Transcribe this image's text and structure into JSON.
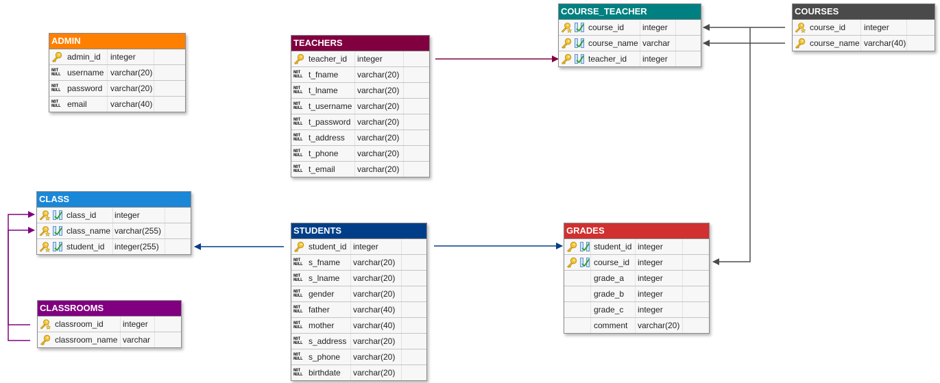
{
  "diagram": {
    "colors": {
      "admin": "#ff8000",
      "teachers": "#800040",
      "course_teacher": "#008080",
      "courses": "#4a4a4a",
      "class": "#1a87d8",
      "classrooms": "#800080",
      "students": "#003f87",
      "grades": "#d03030"
    },
    "tables": {
      "admin": {
        "title": "ADMIN",
        "columns": [
          {
            "name": "admin_id",
            "type": "integer",
            "icon": "primary-key-icon"
          },
          {
            "name": "username",
            "type": "varchar(20)",
            "icon": "not-null-icon",
            "nn1": "NOT",
            "nn2": "NULL"
          },
          {
            "name": "password",
            "type": "varchar(20)",
            "icon": "not-null-icon",
            "nn1": "NOT",
            "nn2": "NULL"
          },
          {
            "name": "email",
            "type": "varchar(40)",
            "icon": "not-null-icon",
            "nn1": "NOT",
            "nn2": "NULL"
          }
        ]
      },
      "teachers": {
        "title": "TEACHERS",
        "columns": [
          {
            "name": "teacher_id",
            "type": "integer",
            "icon": "primary-key-icon"
          },
          {
            "name": "t_fname",
            "type": "varchar(20)",
            "icon": "not-null-icon",
            "nn1": "NOT",
            "nn2": "NULL"
          },
          {
            "name": "t_lname",
            "type": "varchar(20)",
            "icon": "not-null-icon",
            "nn1": "NOT",
            "nn2": "NULL"
          },
          {
            "name": "t_username",
            "type": "varchar(20)",
            "icon": "not-null-icon",
            "nn1": "NOT",
            "nn2": "NULL"
          },
          {
            "name": "t_password",
            "type": "varchar(20)",
            "icon": "not-null-icon",
            "nn1": "NOT",
            "nn2": "NULL"
          },
          {
            "name": "t_address",
            "type": "varchar(20)",
            "icon": "not-null-icon",
            "nn1": "NOT",
            "nn2": "NULL"
          },
          {
            "name": "t_phone",
            "type": "varchar(20)",
            "icon": "not-null-icon",
            "nn1": "NOT",
            "nn2": "NULL"
          },
          {
            "name": "t_email",
            "type": "varchar(20)",
            "icon": "not-null-icon",
            "nn1": "NOT",
            "nn2": "NULL"
          }
        ]
      },
      "course_teacher": {
        "title": "COURSE_TEACHER",
        "columns": [
          {
            "name": "course_id",
            "type": "integer",
            "icon": "unique-key-icon"
          },
          {
            "name": "course_name",
            "type": "varchar",
            "icon": "primary-key-icon"
          },
          {
            "name": "teacher_id",
            "type": "integer",
            "icon": "primary-key-icon"
          }
        ]
      },
      "courses": {
        "title": "COURSES",
        "columns": [
          {
            "name": "course_id",
            "type": "integer",
            "icon": "unique-key-icon"
          },
          {
            "name": "course_name",
            "type": "varchar(40)",
            "icon": "primary-key-icon"
          }
        ]
      },
      "class": {
        "title": "CLASS",
        "columns": [
          {
            "name": "class_id",
            "type": "integer",
            "icon": "unique-key-icon"
          },
          {
            "name": "class_name",
            "type": "varchar(255)",
            "icon": "unique-key-icon"
          },
          {
            "name": "student_id",
            "type": "integer(255)",
            "icon": "unique-key-icon"
          }
        ]
      },
      "classrooms": {
        "title": "CLASSROOMS",
        "columns": [
          {
            "name": "classroom_id",
            "type": "integer",
            "icon": "unique-key-icon"
          },
          {
            "name": "classroom_name",
            "type": "varchar",
            "icon": "primary-key-icon"
          }
        ]
      },
      "students": {
        "title": "STUDENTS",
        "columns": [
          {
            "name": "student_id",
            "type": "integer",
            "icon": "primary-key-icon"
          },
          {
            "name": "s_fname",
            "type": "varchar(20)",
            "icon": "not-null-icon",
            "nn1": "NOT",
            "nn2": "NULL"
          },
          {
            "name": "s_lname",
            "type": "varchar(20)",
            "icon": "not-null-icon",
            "nn1": "NOT",
            "nn2": "NULL"
          },
          {
            "name": "gender",
            "type": "varchar(20)",
            "icon": "not-null-icon",
            "nn1": "NOT",
            "nn2": "NULL"
          },
          {
            "name": "father",
            "type": "varchar(40)",
            "icon": "not-null-icon",
            "nn1": "NOT",
            "nn2": "NULL"
          },
          {
            "name": "mother",
            "type": "varchar(40)",
            "icon": "not-null-icon",
            "nn1": "NOT",
            "nn2": "NULL"
          },
          {
            "name": "s_address",
            "type": "varchar(20)",
            "icon": "not-null-icon",
            "nn1": "NOT",
            "nn2": "NULL"
          },
          {
            "name": "s_phone",
            "type": "varchar(20)",
            "icon": "not-null-icon",
            "nn1": "NOT",
            "nn2": "NULL"
          },
          {
            "name": "birthdate",
            "type": "varchar(20)",
            "icon": "not-null-icon",
            "nn1": "NOT",
            "nn2": "NULL"
          }
        ]
      },
      "grades": {
        "title": "GRADES",
        "columns": [
          {
            "name": "student_id",
            "type": "integer",
            "icon": "primary-key-icon"
          },
          {
            "name": "course_id",
            "type": "integer",
            "icon": "primary-key-icon"
          },
          {
            "name": "grade_a",
            "type": "integer",
            "icon": "none"
          },
          {
            "name": "grade_b",
            "type": "integer",
            "icon": "none"
          },
          {
            "name": "grade_c",
            "type": "integer",
            "icon": "none"
          },
          {
            "name": "comment",
            "type": "varchar(20)",
            "icon": "none"
          }
        ]
      }
    },
    "relationships": [
      {
        "from": "teachers.teacher_id",
        "to": "course_teacher.teacher_id",
        "color": "#800040"
      },
      {
        "from": "courses.course_id",
        "to": "course_teacher.course_id",
        "color": "#4a4a4a"
      },
      {
        "from": "courses.course_name",
        "to": "course_teacher.course_name",
        "color": "#4a4a4a"
      },
      {
        "from": "courses.course_id",
        "to": "grades.course_id",
        "color": "#4a4a4a"
      },
      {
        "from": "students.student_id",
        "to": "class.student_id",
        "color": "#003f87"
      },
      {
        "from": "students.student_id",
        "to": "grades.student_id",
        "color": "#003f87"
      },
      {
        "from": "classrooms.classroom_id",
        "to": "class.class_id",
        "color": "#800080"
      },
      {
        "from": "classrooms.classroom_name",
        "to": "class.class_name",
        "color": "#800080"
      }
    ]
  }
}
